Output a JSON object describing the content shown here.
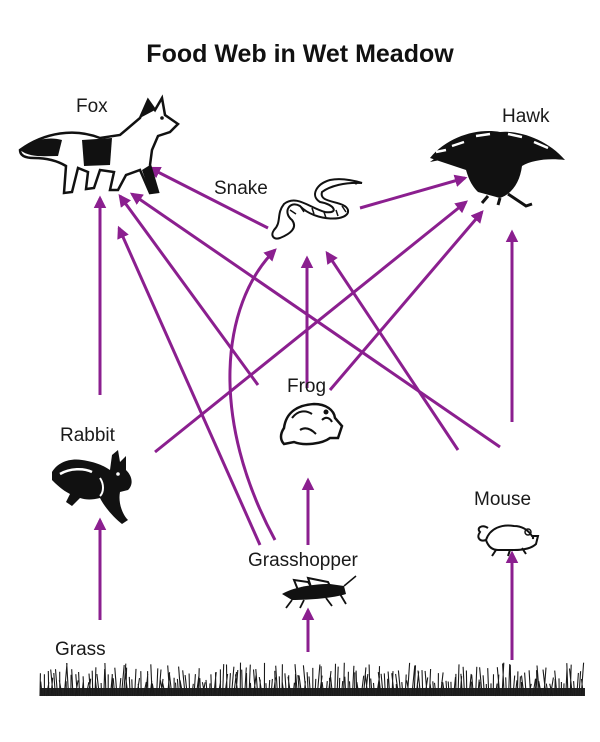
{
  "title": "Food Web in Wet Meadow",
  "organisms": {
    "fox": {
      "label": "Fox",
      "icon": "fox-icon"
    },
    "hawk": {
      "label": "Hawk",
      "icon": "hawk-icon"
    },
    "snake": {
      "label": "Snake",
      "icon": "snake-icon"
    },
    "frog": {
      "label": "Frog",
      "icon": "frog-icon"
    },
    "rabbit": {
      "label": "Rabbit",
      "icon": "rabbit-icon"
    },
    "mouse": {
      "label": "Mouse",
      "icon": "mouse-icon"
    },
    "grasshopper": {
      "label": "Grasshopper",
      "icon": "grasshopper-icon"
    },
    "grass": {
      "label": "Grass",
      "icon": "grass-icon"
    }
  },
  "arrows": [
    {
      "from": "grass",
      "to": "rabbit"
    },
    {
      "from": "grass",
      "to": "grasshopper"
    },
    {
      "from": "grass",
      "to": "mouse"
    },
    {
      "from": "rabbit",
      "to": "fox"
    },
    {
      "from": "rabbit",
      "to": "hawk"
    },
    {
      "from": "grasshopper",
      "to": "frog"
    },
    {
      "from": "grasshopper",
      "to": "fox"
    },
    {
      "from": "grasshopper",
      "to": "snake"
    },
    {
      "from": "frog",
      "to": "fox"
    },
    {
      "from": "frog",
      "to": "snake"
    },
    {
      "from": "frog",
      "to": "hawk"
    },
    {
      "from": "mouse",
      "to": "fox"
    },
    {
      "from": "mouse",
      "to": "snake"
    },
    {
      "from": "mouse",
      "to": "hawk"
    },
    {
      "from": "snake",
      "to": "fox"
    },
    {
      "from": "snake",
      "to": "hawk"
    }
  ],
  "colors": {
    "arrow": "#8b1f8f",
    "ink": "#111111"
  }
}
